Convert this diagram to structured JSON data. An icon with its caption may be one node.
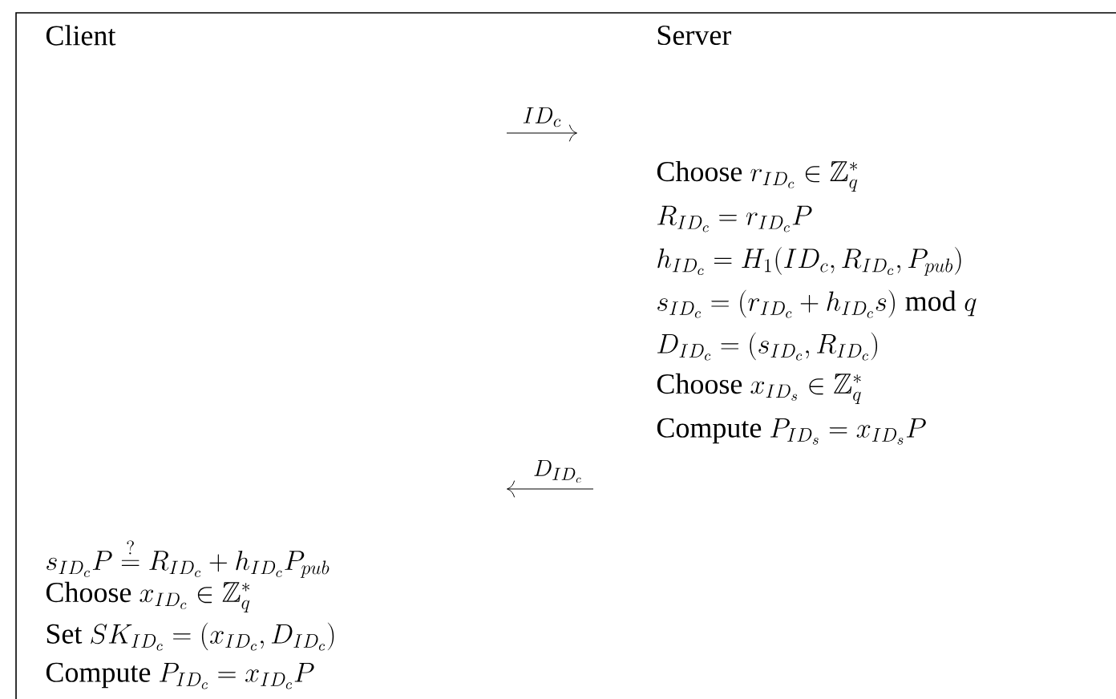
{
  "diagram": {
    "labels": [
      "Client",
      "Server",
      "ID_c",
      "\\text{Choose } r_{ID_c} \\in \\mathbb{Z}_q^*",
      "R_{ID_c} = r_{ID_c}P",
      "h_{ID_c} = H_1(ID_c, R_{ID_c}, P_{pub})",
      "s_{ID_c} = (r_{ID_c} + h_{ID_c}s) \\bmod q",
      "D_{ID_c} = (s_{ID_c}, R_{ID_c})",
      "\\text{Choose } x_{ID_s} \\in \\mathbb{Z}_q^*",
      "\\text{Compute } P_{ID_s} = x_{ID_s}P",
      "D_{ID_c}",
      "s_{ID_c}P \\stackrel{?}{=} R_{ID_c} + h_{ID_c}P_{pub}",
      "\\text{Choose } x_{ID_c} \\in \\mathbb{Z}_q^*",
      "\\text{Set } SK_{ID_c} = (x_{ID_c}, D_{ID_c})",
      "\\text{Compute } P_{ID_c} = x_{ID_c}P"
    ]
  }
}
